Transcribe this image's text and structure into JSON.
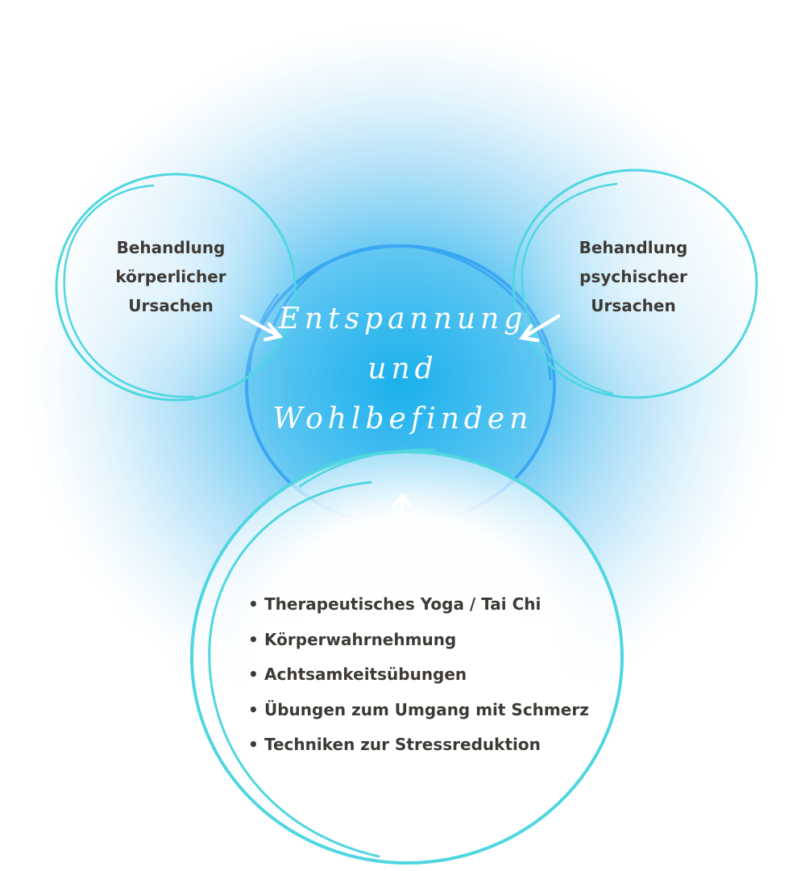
{
  "colors": {
    "glow_core": "#1bb0ec",
    "glow_mid": "#9dd8f5",
    "outline_teal": "#4fd6e0",
    "outline_blue": "#3aa7f2",
    "arrow": "#ffffff",
    "text_dark": "#3d3a36",
    "title_text": "#ffffff"
  },
  "nodes": {
    "left": {
      "lines": [
        "Behandlung",
        "körperlicher",
        "Ursachen"
      ]
    },
    "right": {
      "lines": [
        "Behandlung",
        "psychischer",
        "Ursachen"
      ]
    },
    "center": {
      "lines": [
        "Entspannung",
        "und",
        "Wohlbefinden"
      ]
    },
    "bottom": {
      "items": [
        "Therapeutisches Yoga / Tai Chi",
        "Körperwahrnehmung",
        "Achtsamkeitsübungen",
        "Übungen zum Umgang mit Schmerz",
        "Techniken zur Stressreduktion"
      ]
    }
  }
}
